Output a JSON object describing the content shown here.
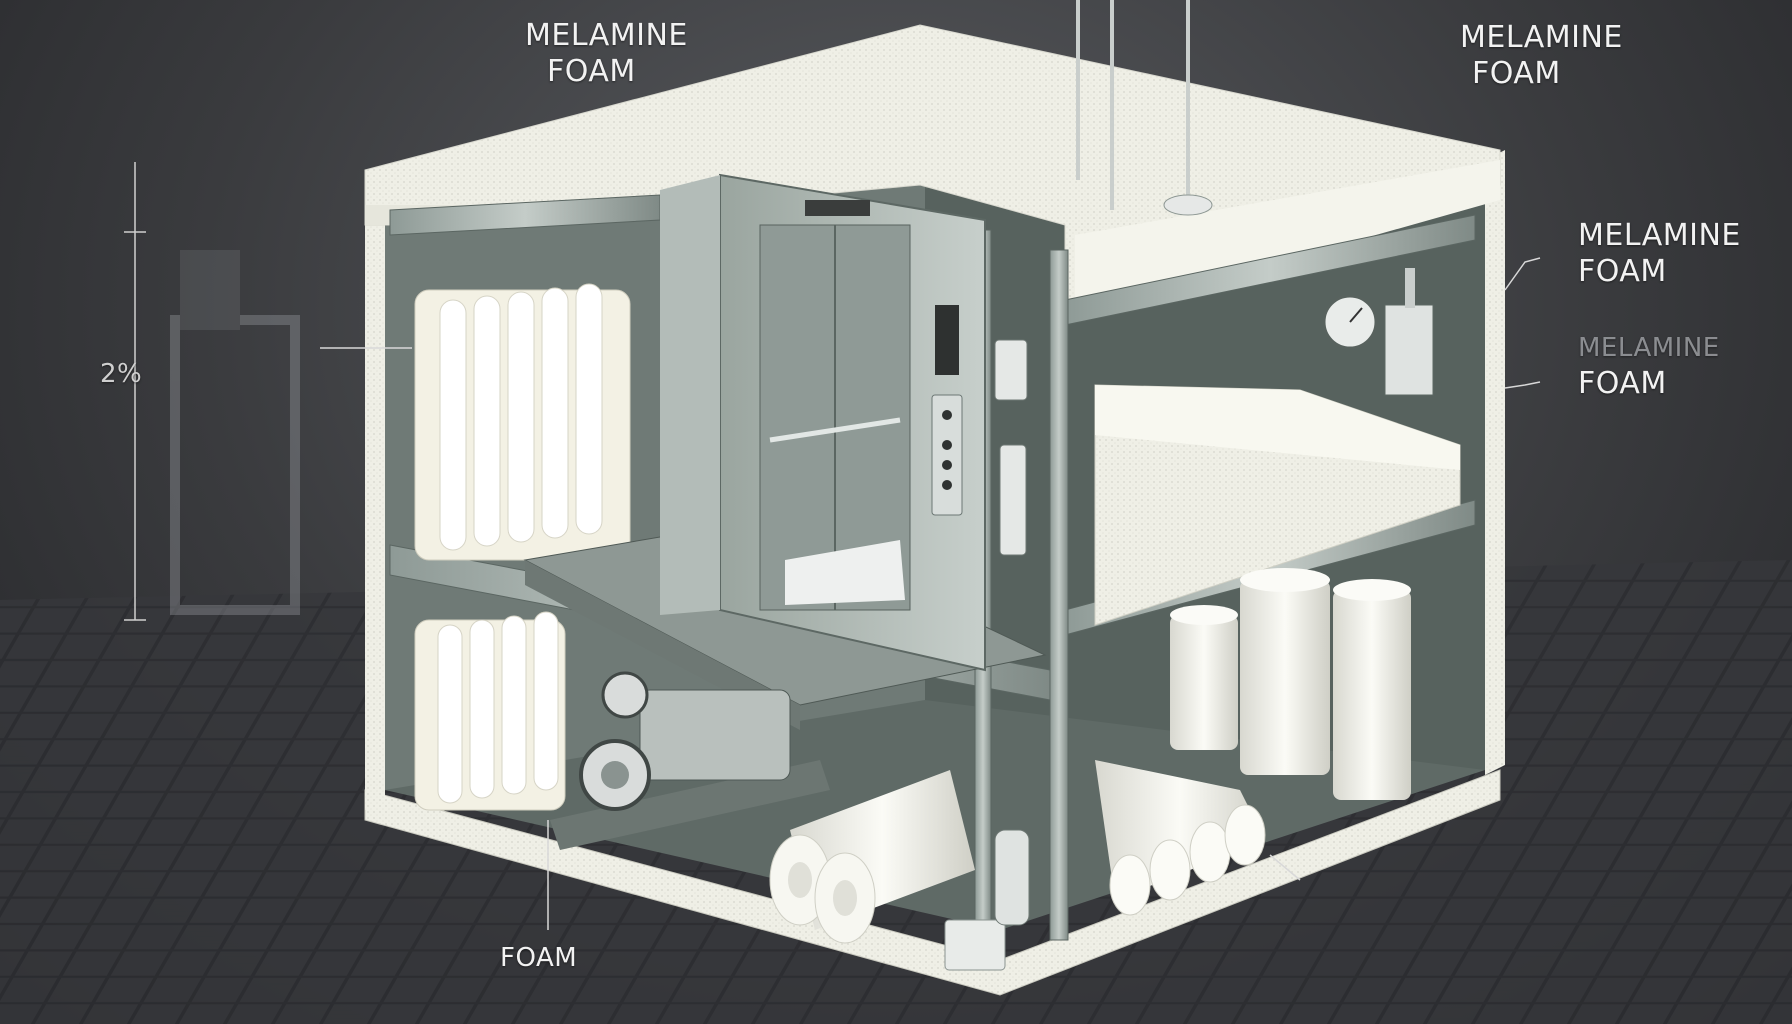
{
  "labels": {
    "top_left": {
      "line1": "MELAMINE",
      "line2": "FOAM"
    },
    "top_right": {
      "line1": "MELAMINE",
      "line2": "FOAM"
    },
    "right_upper": {
      "line1": "MELAMINE",
      "line2": "FOAM"
    },
    "right_lower": {
      "line1": "MELAMINE",
      "line2": "FOAM"
    },
    "bottom": "FOAM",
    "dimension": "2%"
  },
  "colors": {
    "foam": "#eeeee4",
    "frame": "#8c9893",
    "cabin": "#a9b3af",
    "floor": "#2e2f33"
  }
}
